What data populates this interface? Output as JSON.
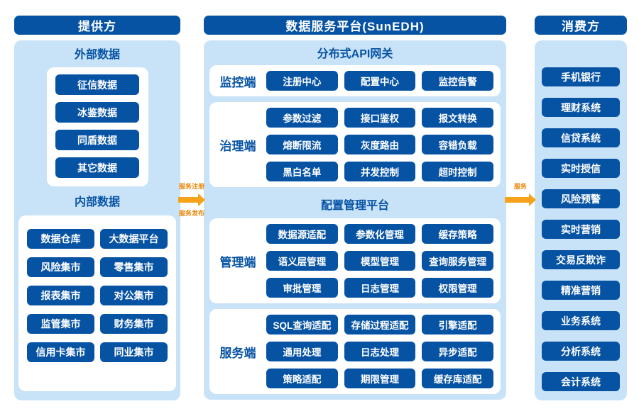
{
  "providers": {
    "header": "提供方",
    "external": {
      "title": "外部数据",
      "items": [
        "征信数据",
        "冰鉴数据",
        "同盾数据",
        "其它数据"
      ]
    },
    "internal": {
      "title": "内部数据",
      "items": [
        "数据仓库",
        "大数据平台",
        "风险集市",
        "零售集市",
        "报表集市",
        "对公集市",
        "监管集市",
        "财务集市",
        "信用卡集市",
        "同业集市"
      ]
    }
  },
  "platform": {
    "header": "数据服务平台(SunEDH)",
    "sections": [
      {
        "title": "分布式API网关",
        "groups": [
          {
            "label": "监控端",
            "items": [
              "注册中心",
              "配置中心",
              "监控告警"
            ]
          },
          {
            "label": "治理端",
            "items": [
              "参数过滤",
              "接口鉴权",
              "报文转换",
              "熔断限流",
              "灰度路由",
              "容错负载",
              "黑白名单",
              "并发控制",
              "超时控制"
            ]
          }
        ]
      },
      {
        "title": "配置管理平台",
        "groups": [
          {
            "label": "管理端",
            "items": [
              "数据源适配",
              "参数化管理",
              "缓存策略",
              "语义层管理",
              "模型管理",
              "查询服务管理",
              "审批管理",
              "日志管理",
              "权限管理"
            ]
          },
          {
            "label": "服务端",
            "items": [
              "SQL查询适配",
              "存储过程适配",
              "引擎适配",
              "通用处理",
              "日志处理",
              "异步适配",
              "策略适配",
              "期限管理",
              "缓存库适配"
            ]
          }
        ]
      }
    ]
  },
  "consumers": {
    "header": "消费方",
    "items": [
      "手机银行",
      "理财系统",
      "信贷系统",
      "实时授信",
      "风险预警",
      "实时营销",
      "交易反欺诈",
      "精准营销",
      "业务系统",
      "分析系统",
      "会计系统"
    ]
  },
  "arrows": {
    "register_label": "服务注册",
    "publish_label": "服务发布",
    "service_label": "服务"
  },
  "colors": {
    "deep_blue": "#0653A4",
    "panel_blue": "#C8E2F8",
    "arrow_orange": "#F7A21B",
    "arrow_label_orange": "#E8870E"
  }
}
